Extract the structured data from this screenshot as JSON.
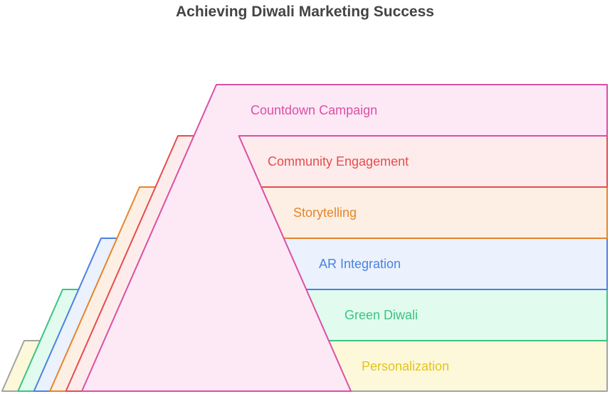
{
  "title": "Achieving Diwali Marketing Success",
  "layers": [
    {
      "label": "Personalization",
      "stroke": "#a3a3a3",
      "fill": "#fef8da",
      "text": "#e2c41c"
    },
    {
      "label": "Green Diwali",
      "stroke": "#3dc281",
      "fill": "#e1fbee",
      "text": "#3dc281"
    },
    {
      "label": "AR Integration",
      "stroke": "#4b82e0",
      "fill": "#ebf1fd",
      "text": "#4b82e0"
    },
    {
      "label": "Storytelling",
      "stroke": "#e5852b",
      "fill": "#fdefe3",
      "text": "#e5852b"
    },
    {
      "label": "Community Engagement",
      "stroke": "#e64b4f",
      "fill": "#fdeceb",
      "text": "#e64b4f"
    },
    {
      "label": "Countdown Campaign",
      "stroke": "#da50a5",
      "fill": "#fde8f5",
      "text": "#da50a5"
    }
  ]
}
